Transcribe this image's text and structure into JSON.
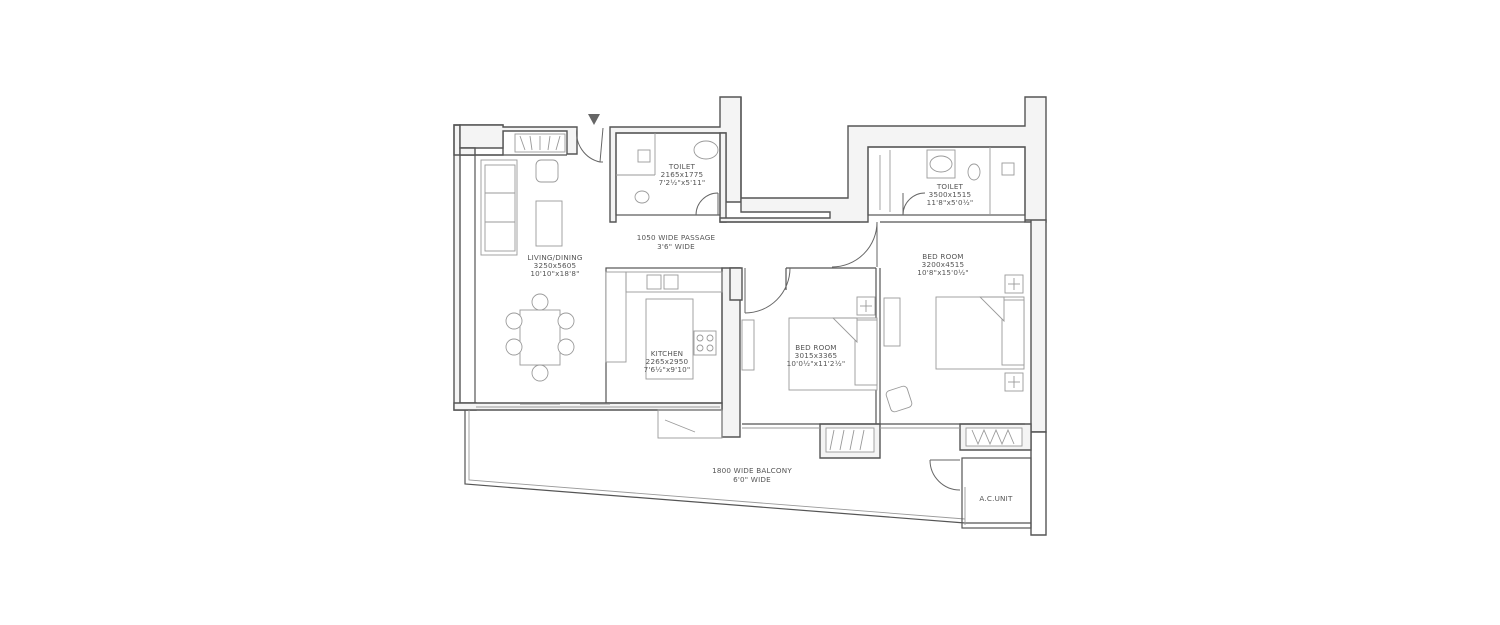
{
  "plan": {
    "rooms": {
      "toilet_1": {
        "name": "TOILET",
        "metric": "2165x1775",
        "imperial": "7'2½\"x5'11\""
      },
      "toilet_2": {
        "name": "TOILET",
        "metric": "3500x1515",
        "imperial": "11'8\"x5'0½\""
      },
      "living_dining": {
        "name": "LIVING/DINING",
        "metric": "3250x5605",
        "imperial": "10'10\"x18'8\""
      },
      "passage": {
        "name": "1050 WIDE PASSAGE",
        "imperial": "3'6\" WIDE"
      },
      "master_bedroom": {
        "name": "BED ROOM",
        "metric": "3200x4515",
        "imperial": "10'8\"x15'0½\""
      },
      "kitchen": {
        "name": "KITCHEN",
        "metric": "2265x2950",
        "imperial": "7'6½\"x9'10\""
      },
      "bedroom_2": {
        "name": "BED ROOM",
        "metric": "3015x3365",
        "imperial": "10'0½\"x11'2½\""
      },
      "balcony": {
        "name": "1800 WIDE BALCONY",
        "imperial": "6'0\" WIDE"
      },
      "ac_unit": {
        "name": "A.C.UNIT"
      }
    },
    "icons": {
      "entry": "entry-arrow-icon"
    },
    "colors": {
      "wall_fill": "#f4f4f4",
      "wall_stroke": "#555555",
      "furniture_stroke": "#9a9a9a",
      "background": "#ffffff"
    }
  }
}
